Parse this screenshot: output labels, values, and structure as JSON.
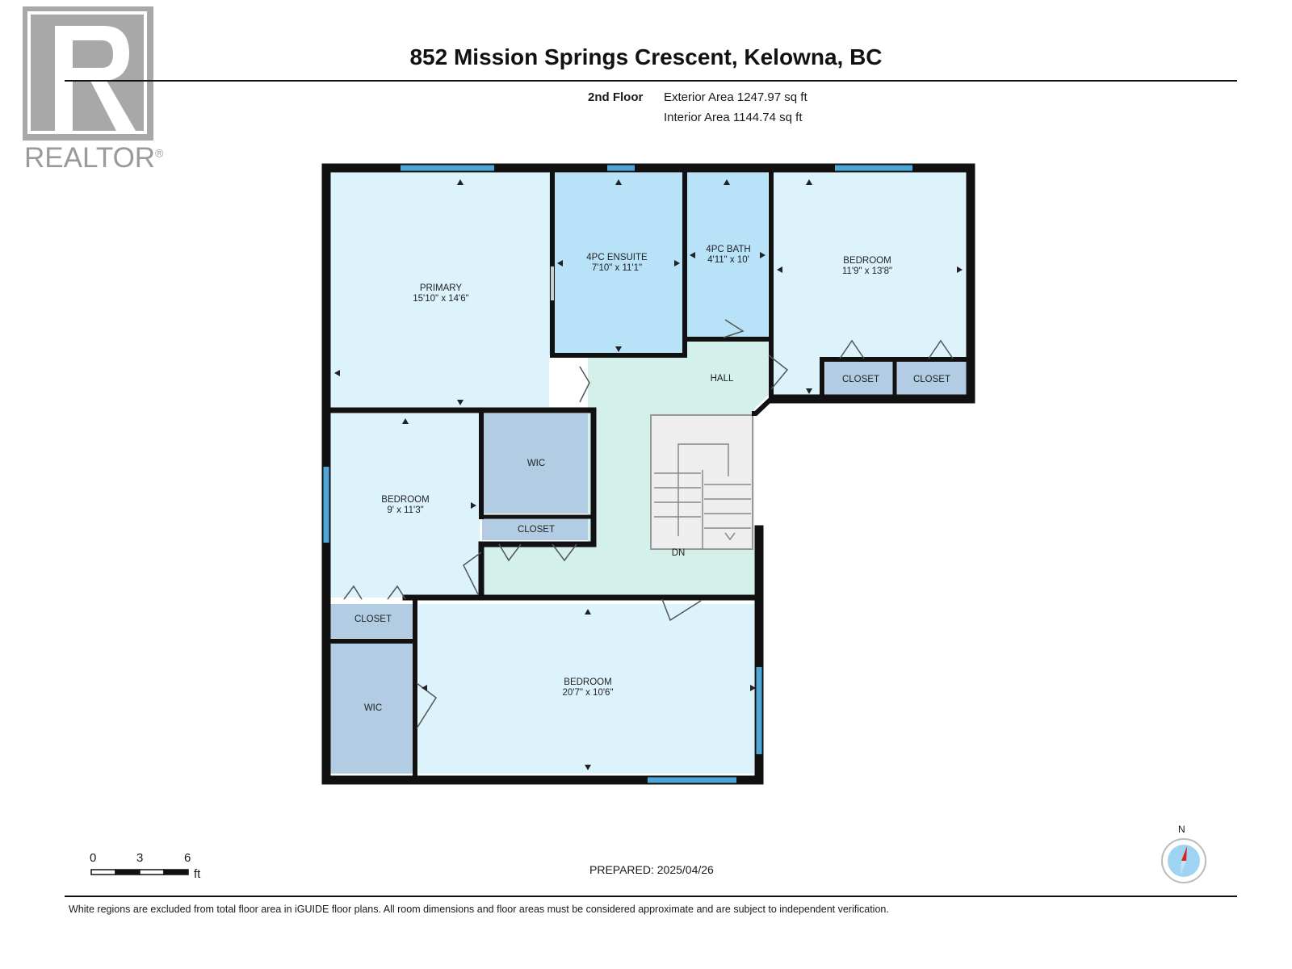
{
  "logo": {
    "text": "REALTOR",
    "mark": "®"
  },
  "header": {
    "title": "852 Mission Springs Crescent, Kelowna, BC",
    "floor": "2nd Floor",
    "exterior_area": "Exterior Area 1247.97 sq ft",
    "interior_area": "Interior Area 1144.74 sq ft"
  },
  "rooms": {
    "primary": {
      "name": "PRIMARY",
      "dims": "15'10\" x 14'6\""
    },
    "ensuite": {
      "name": "4PC ENSUITE",
      "dims": "7'10\" x 11'1\""
    },
    "bath": {
      "name": "4PC BATH",
      "dims": "4'11\" x 10'"
    },
    "bedroom_ne": {
      "name": "BEDROOM",
      "dims": "11'9\" x 13'8\""
    },
    "hall": {
      "name": "HALL"
    },
    "closet_ne1": {
      "name": "CLOSET"
    },
    "closet_ne2": {
      "name": "CLOSET"
    },
    "wic_mid": {
      "name": "WIC"
    },
    "closet_mid": {
      "name": "CLOSET"
    },
    "bedroom_w": {
      "name": "BEDROOM",
      "dims": "9' x 11'3\""
    },
    "stairs": {
      "name": "DN"
    },
    "closet_sw": {
      "name": "CLOSET"
    },
    "wic_sw": {
      "name": "WIC"
    },
    "bedroom_s": {
      "name": "BEDROOM",
      "dims": "20'7\" x 10'6\""
    }
  },
  "scale": {
    "ticks": [
      "0",
      "3",
      "6"
    ],
    "unit": "ft"
  },
  "compass": {
    "label": "N"
  },
  "footer": {
    "prepared": "PREPARED: 2025/04/26",
    "disclaimer": "White regions are excluded from total floor area in iGUIDE floor plans. All room dimensions and floor areas must be considered approximate and are subject to independent verification."
  },
  "colors": {
    "room_fill": "#dcf3fc",
    "bath_fill": "#b7e2f7",
    "closet_fill": "#b2cde3",
    "hall_fill": "#d3f0ea",
    "wall": "#111111",
    "window": "#4da6d6"
  }
}
